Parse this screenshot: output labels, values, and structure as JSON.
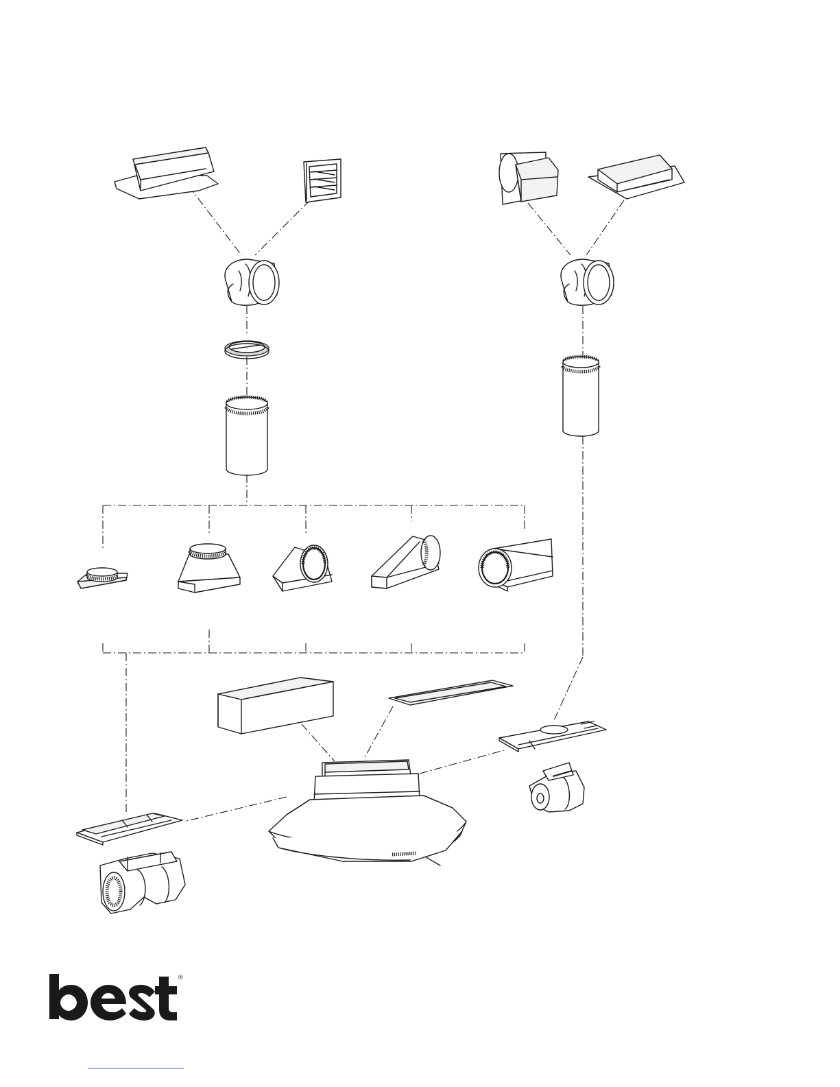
{
  "document": {
    "type": "exploded parts diagram",
    "brand": {
      "logo_text": "best",
      "registered_mark": "®",
      "color": "#1a1a1a"
    },
    "colors": {
      "ink": "#1a1a1a",
      "paper": "#ffffff",
      "link_underline": "#3a54c8"
    },
    "parts": [
      "wall-cap-left",
      "louvered-wall-cap",
      "hooded-wall-cap",
      "roof-cap",
      "round-elbow-left",
      "round-elbow-right",
      "damper-ring",
      "round-duct-left",
      "round-duct-right",
      "transition-1",
      "transition-2",
      "transition-3",
      "transition-4",
      "transition-5",
      "flue-extension",
      "filter-panel",
      "hood-body",
      "blower-plate-left",
      "twin-blower",
      "blower-plate-right",
      "single-blower"
    ]
  }
}
